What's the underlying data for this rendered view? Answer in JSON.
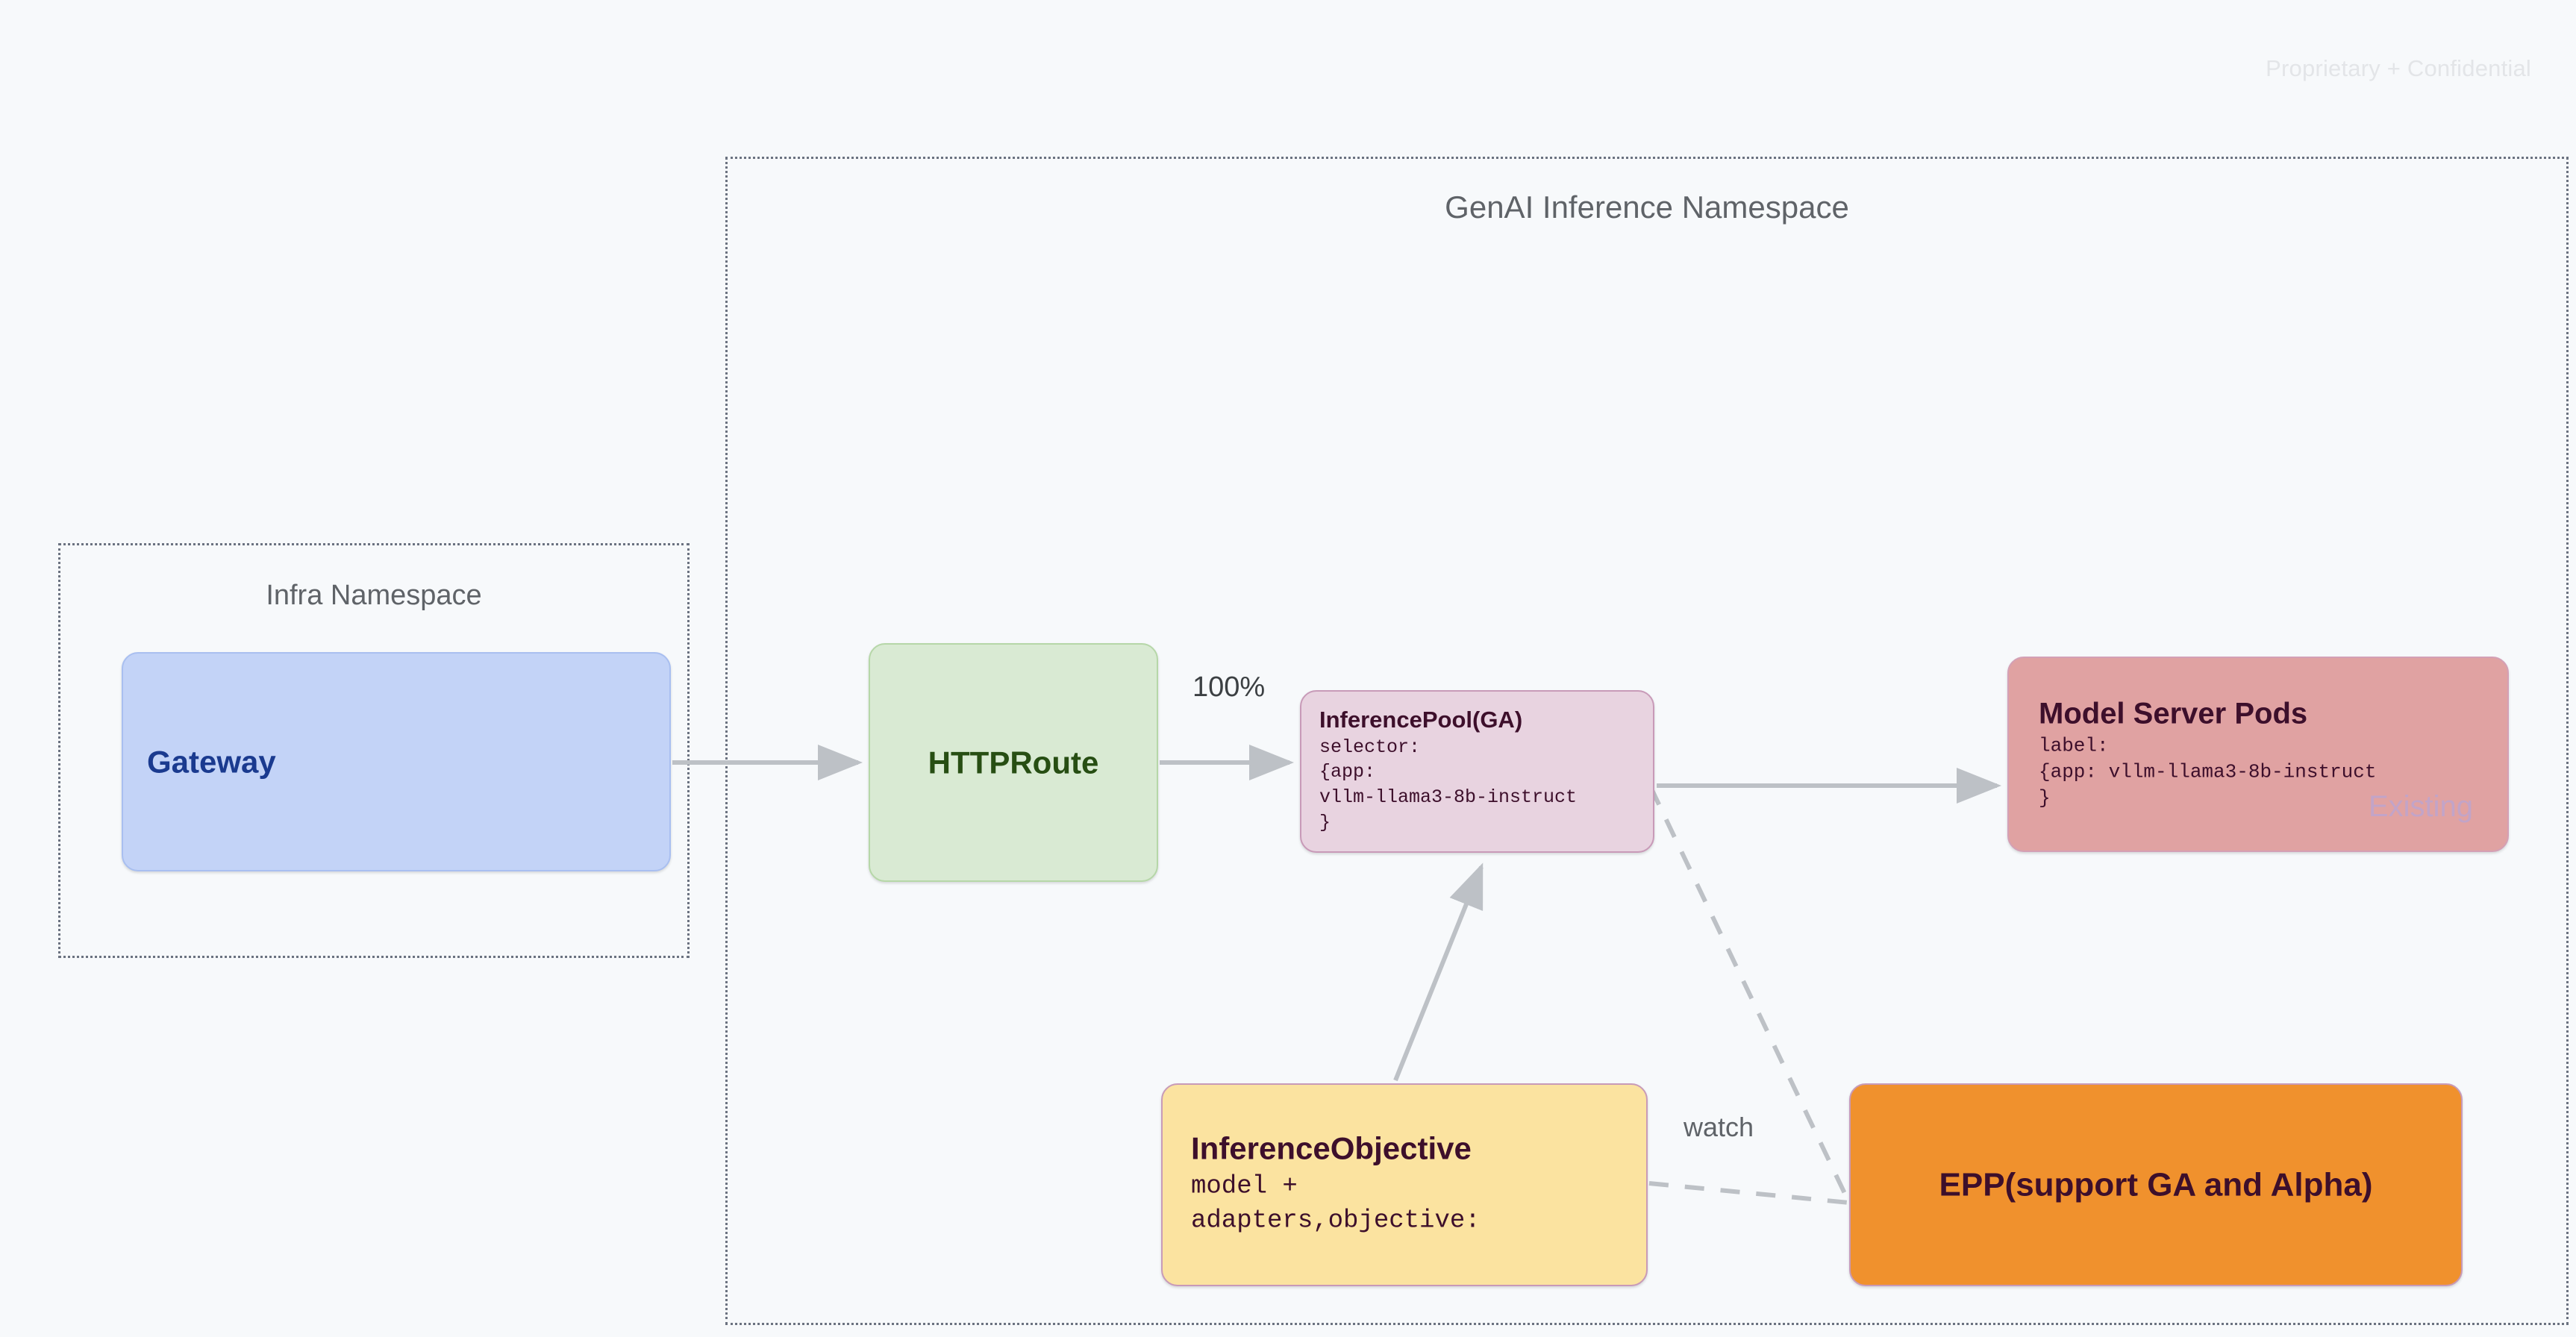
{
  "page": {
    "watermark": "Proprietary + Confidential",
    "background_color": "#f7f9fb"
  },
  "namespaces": [
    {
      "id": "genai",
      "title": "GenAI Inference Namespace",
      "border_style": "dotted",
      "border_color": "#6b7280"
    },
    {
      "id": "infra",
      "title": "Infra Namespace",
      "border_style": "dotted",
      "border_color": "#6b7280"
    }
  ],
  "nodes": {
    "gateway": {
      "title": "Gateway",
      "fill": "#c3d3f7",
      "text_color": "#1a3a8f",
      "namespace": "infra"
    },
    "httproute": {
      "title": "HTTPRoute",
      "fill": "#d9ead3",
      "text_color": "#274e13",
      "namespace": "genai"
    },
    "inferencepool": {
      "title": "InferencePool(GA)",
      "details": "selector:\n{app:\nvllm-llama3-8b-instruct\n}",
      "fill": "#e8d3e0",
      "text_color": "#3d0f2b",
      "namespace": "genai"
    },
    "modelserver": {
      "title": "Model Server Pods",
      "details": "label:\n{app: vllm-llama3-8b-instruct\n}",
      "badge": "Existing",
      "badge_color": "#c2a4c8",
      "fill": "#e0a2a2",
      "text_color": "#3d0f2b",
      "namespace": "genai"
    },
    "inferenceobjective": {
      "title": "InferenceObjective",
      "details": "model +\nadapters,objective:",
      "fill": "#fbe3a0",
      "text_color": "#3d0f2b",
      "namespace": "genai"
    },
    "epp": {
      "title": "EPP(support GA and Alpha)",
      "fill": "#f0912d",
      "text_color": "#3d0f2b",
      "namespace": "genai"
    }
  },
  "edges": [
    {
      "id": "gateway-to-httproute",
      "from": "gateway",
      "to": "httproute",
      "style": "solid",
      "arrow": true,
      "label": ""
    },
    {
      "id": "httproute-to-inferencepool",
      "from": "httproute",
      "to": "inferencepool",
      "style": "solid",
      "arrow": true,
      "label": "100%"
    },
    {
      "id": "inferencepool-to-modelserver",
      "from": "inferencepool",
      "to": "modelserver",
      "style": "solid",
      "arrow": true,
      "label": ""
    },
    {
      "id": "inferenceobjective-to-inferencepool",
      "from": "inferenceobjective",
      "to": "inferencepool",
      "style": "solid",
      "arrow": true,
      "label": ""
    },
    {
      "id": "inferencepool-to-epp",
      "from": "inferencepool",
      "to": "epp",
      "style": "dashed",
      "arrow": false,
      "label": ""
    },
    {
      "id": "inferenceobjective-to-epp",
      "from": "inferenceobjective",
      "to": "epp",
      "style": "dashed",
      "arrow": false,
      "label": "watch"
    }
  ]
}
